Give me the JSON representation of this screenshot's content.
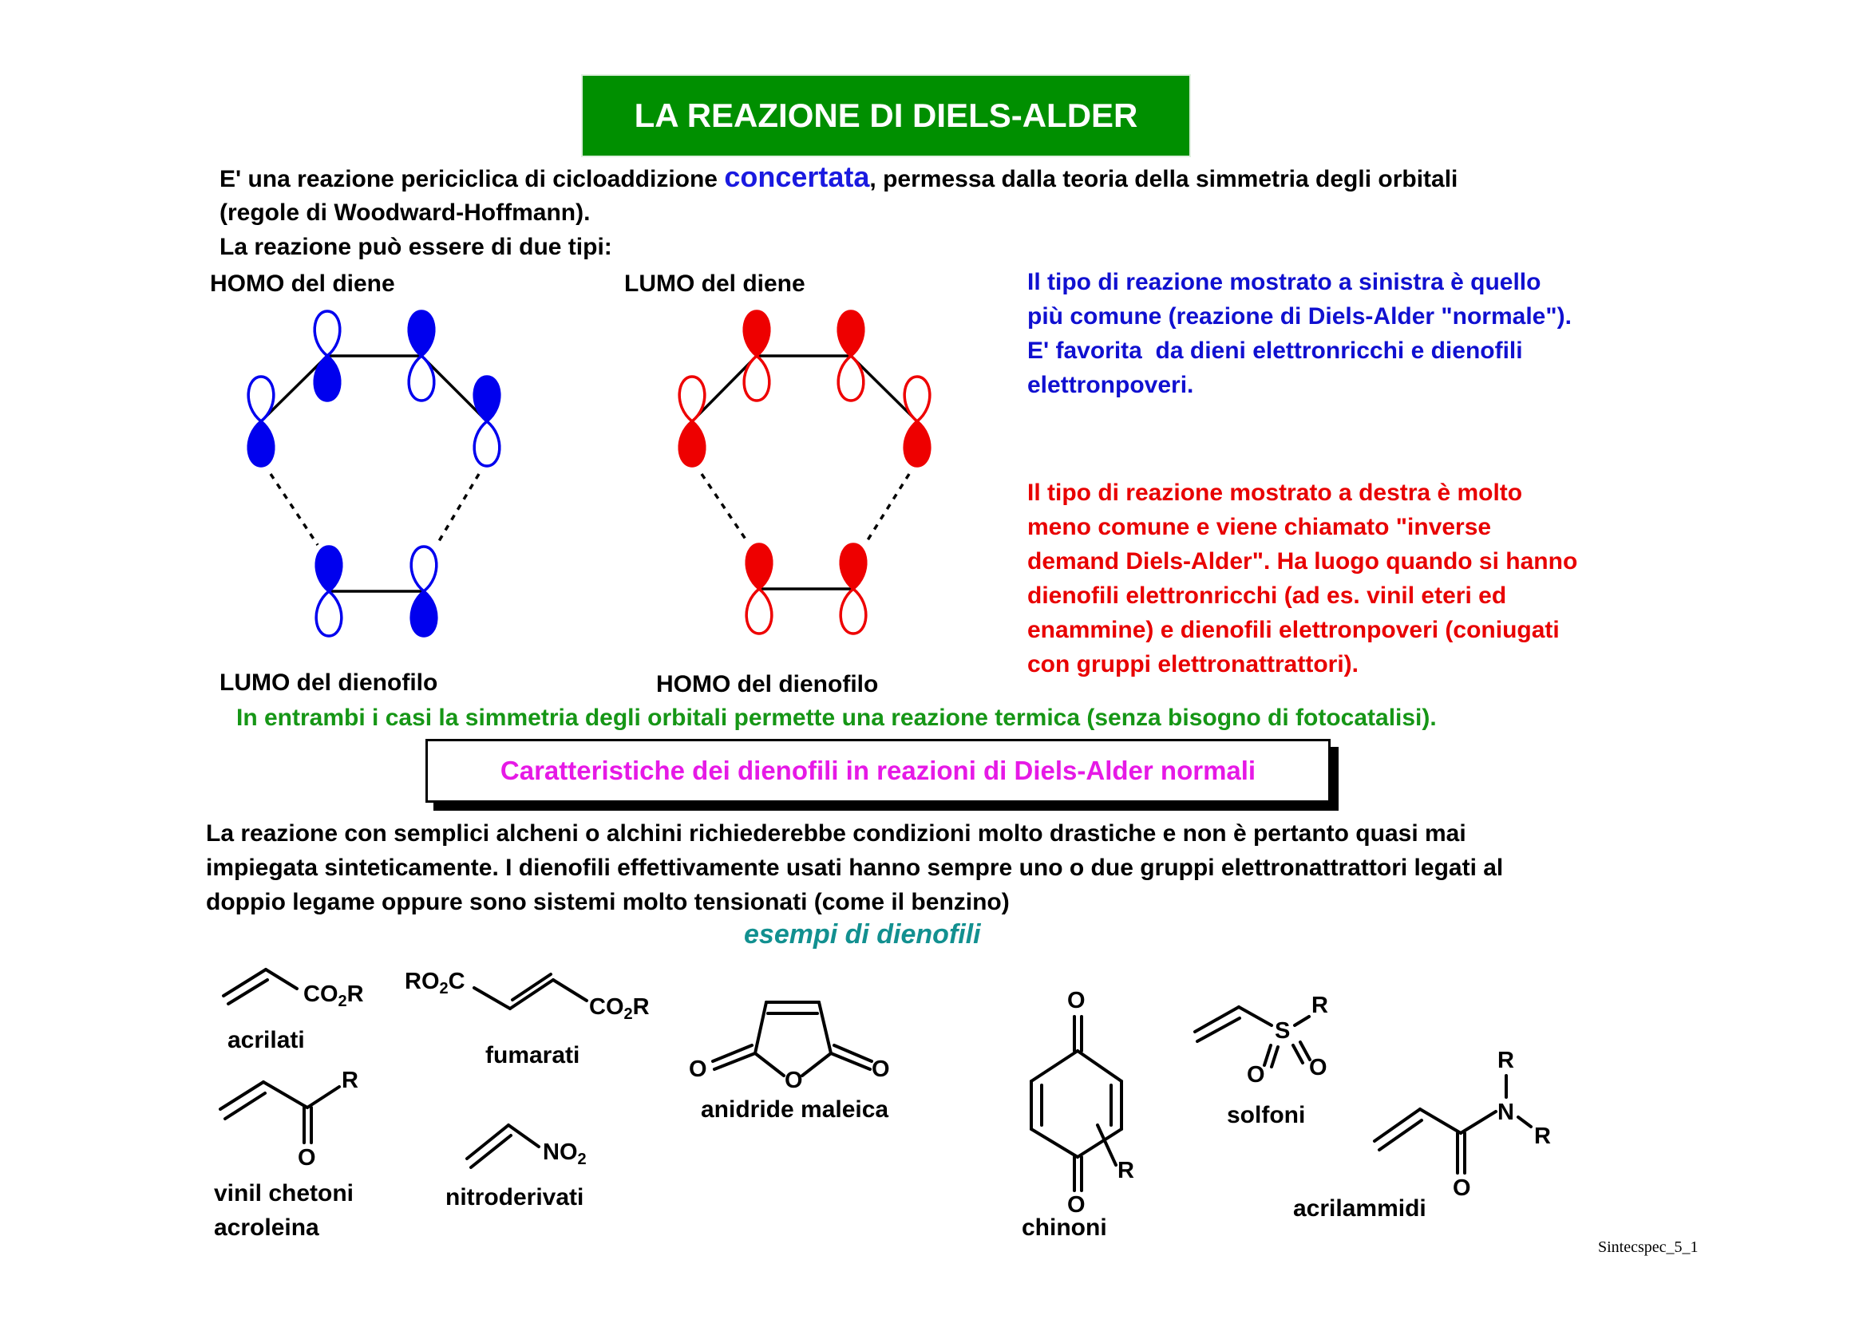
{
  "title": "LA REAZIONE DI DIELS-ALDER",
  "intro": {
    "line1_pre": "E' una reazione periciclica di cicloaddizione ",
    "line1_em": "concertata",
    "line1_post": ", permessa dalla teoria della simmetria degli orbitali",
    "line2": "(regole di Woodward-Hoffmann).",
    "line3": "La reazione può essere di due tipi:"
  },
  "orbitals": {
    "homo_diene": "HOMO del diene",
    "lumo_diene": "LUMO del diene",
    "lumo_dienofilo": "LUMO del dienofilo",
    "homo_dienofilo": "HOMO del dienofilo"
  },
  "normal_text": [
    "Il tipo di reazione mostrato a sinistra è quello",
    "più comune (reazione di Diels-Alder \"normale\").",
    "E' favorita  da dieni elettronricchi e dienofili",
    "elettronpoveri."
  ],
  "inverse_text": [
    "Il tipo di reazione mostrato a destra è molto",
    "meno comune e viene chiamato \"inverse",
    "demand Diels-Alder\". Ha luogo quando si hanno",
    "dienofili elettronricchi (ad es. vinil eteri ed",
    "enammine) e dienofili elettronpoveri (coniugati",
    "con gruppi elettronattrattori)."
  ],
  "symmetry_note": "In entrambi i casi la simmetria degli orbitali permette una reazione termica (senza bisogno di fotocatalisi).",
  "box_title": "Caratteristiche dei dienofili in reazioni di Diels-Alder normali",
  "paragraph": [
    "La reazione con semplici alcheni o alchini richiederebbe condizioni molto drastiche e non è pertanto quasi mai",
    "impiegata sinteticamente. I dienofili effettivamente usati hanno sempre uno o due gruppi elettronattrattori legati al",
    "doppio legame oppure sono sistemi molto tensionati (come il benzino)"
  ],
  "examples_title": "esempi di dienofili",
  "examples": {
    "acrilati": "acrilati",
    "fumarati": "fumarati",
    "anidride": "anidride maleica",
    "chinoni": "chinoni",
    "solfoni": "solfoni",
    "vinil_chetoni": "vinil chetoni",
    "acroleina": "acroleina",
    "nitroderivati": "nitroderivati",
    "acrilammidi": "acrilammidi"
  },
  "atoms": {
    "CO": "CO",
    "RO": "RO",
    "C": "C",
    "R": "R",
    "two": "2",
    "O": "O",
    "S": "S",
    "N": "N",
    "NO": "NO"
  },
  "colors": {
    "title_bg": "#008f00",
    "homo_diene": "#0000ee",
    "lumo_diene": "#ee0000",
    "box_text": "#e619e6",
    "note": "#169616"
  },
  "footer": "Sintecspec_5_1"
}
